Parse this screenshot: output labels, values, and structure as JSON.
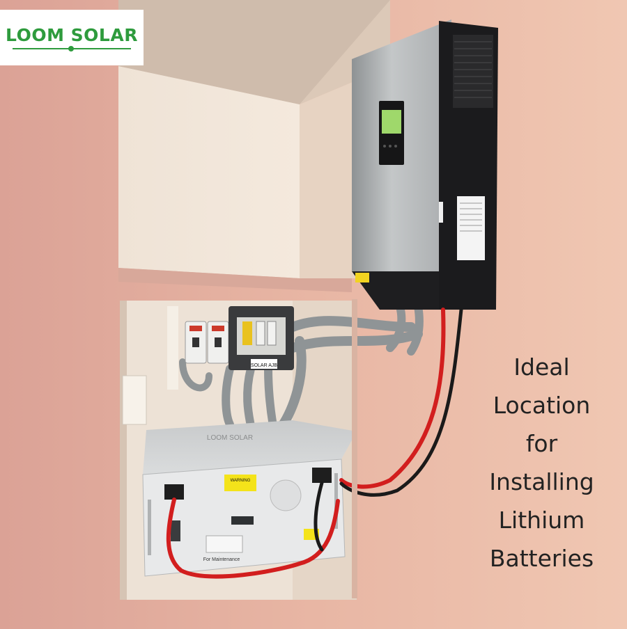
{
  "logo": {
    "text": "LOOM SOLAR",
    "color": "#2e9b3d"
  },
  "caption": {
    "lines": [
      "Ideal",
      "Location",
      "for",
      "Installing",
      "Lithium",
      "Batteries"
    ]
  },
  "battery": {
    "brand": "LOOM SOLAR",
    "warning_label": "WARNING",
    "maintenance_label": "For Maintenance"
  },
  "combiner_box": {
    "label": "SOLAR AJB"
  },
  "colors": {
    "wall": "#e9b8a6",
    "inverter_silver": "#b9bcbe",
    "inverter_black": "#1b1b1d",
    "cable_red": "#d21e1e",
    "battery_body": "#e8e9ea"
  }
}
